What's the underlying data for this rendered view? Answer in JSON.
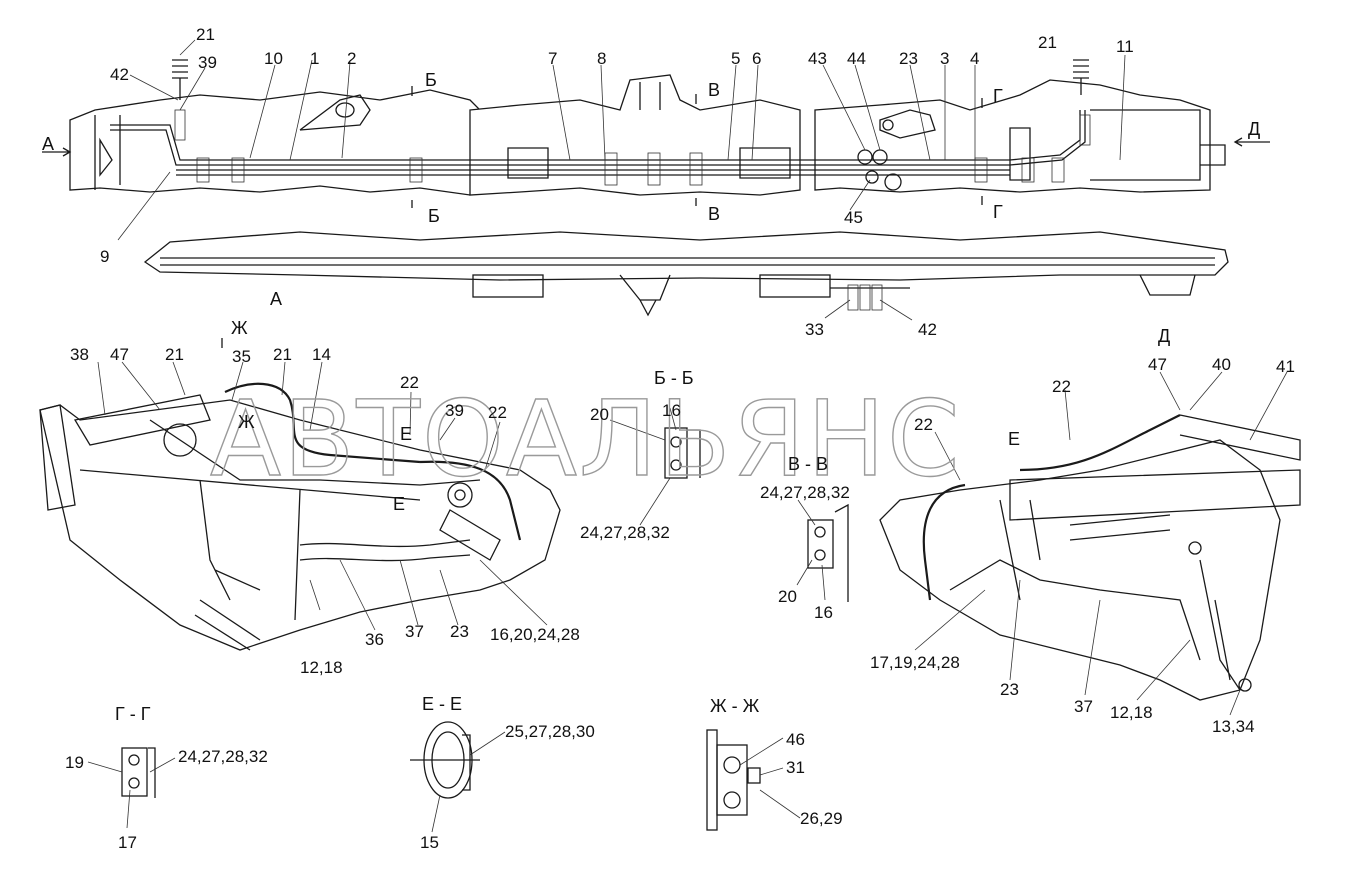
{
  "watermark": "АВТОАЛЬЯНС",
  "labels": {
    "top": [
      {
        "id": "t21a",
        "text": "21"
      },
      {
        "id": "t42a",
        "text": "42"
      },
      {
        "id": "t39a",
        "text": "39"
      },
      {
        "id": "t10",
        "text": "10"
      },
      {
        "id": "t1",
        "text": "1"
      },
      {
        "id": "t2",
        "text": "2"
      },
      {
        "id": "t7",
        "text": "7"
      },
      {
        "id": "t8",
        "text": "8"
      },
      {
        "id": "t5",
        "text": "5"
      },
      {
        "id": "t6",
        "text": "6"
      },
      {
        "id": "t43",
        "text": "43"
      },
      {
        "id": "t44",
        "text": "44"
      },
      {
        "id": "t23a",
        "text": "23"
      },
      {
        "id": "t3",
        "text": "3"
      },
      {
        "id": "t4",
        "text": "4"
      },
      {
        "id": "t21b",
        "text": "21"
      },
      {
        "id": "t11",
        "text": "11"
      },
      {
        "id": "t9",
        "text": "9"
      },
      {
        "id": "t45",
        "text": "45"
      },
      {
        "id": "t33",
        "text": "33"
      },
      {
        "id": "t42b",
        "text": "42"
      }
    ],
    "left_view": [
      {
        "id": "l38",
        "text": "38"
      },
      {
        "id": "l47",
        "text": "47"
      },
      {
        "id": "l21a",
        "text": "21"
      },
      {
        "id": "l35",
        "text": "35"
      },
      {
        "id": "l21b",
        "text": "21"
      },
      {
        "id": "l14",
        "text": "14"
      },
      {
        "id": "l22a",
        "text": "22"
      },
      {
        "id": "l39",
        "text": "39"
      },
      {
        "id": "l22b",
        "text": "22"
      },
      {
        "id": "l36",
        "text": "36"
      },
      {
        "id": "l37",
        "text": "37"
      },
      {
        "id": "l23",
        "text": "23"
      },
      {
        "id": "l1618",
        "text": "12,18"
      },
      {
        "id": "l16202428",
        "text": "16,20,24,28"
      }
    ],
    "right_view": [
      {
        "id": "r47",
        "text": "47"
      },
      {
        "id": "r40",
        "text": "40"
      },
      {
        "id": "r41",
        "text": "41"
      },
      {
        "id": "r22a",
        "text": "22"
      },
      {
        "id": "r22b",
        "text": "22"
      },
      {
        "id": "r17",
        "text": "17,19,24,28"
      },
      {
        "id": "r23",
        "text": "23"
      },
      {
        "id": "r37",
        "text": "37"
      },
      {
        "id": "r1218",
        "text": "12,18"
      },
      {
        "id": "r1334",
        "text": "13,34"
      }
    ],
    "sections": [
      {
        "id": "bb20",
        "text": "20"
      },
      {
        "id": "bb16",
        "text": "16"
      },
      {
        "id": "bb24",
        "text": "24,27,28,32"
      },
      {
        "id": "vv24",
        "text": "24,27,28,32"
      },
      {
        "id": "vv20",
        "text": "20"
      },
      {
        "id": "vv16",
        "text": "16"
      },
      {
        "id": "gg19",
        "text": "19"
      },
      {
        "id": "gg24",
        "text": "24,27,28,32"
      },
      {
        "id": "gg17",
        "text": "17"
      },
      {
        "id": "ee25",
        "text": "25,27,28,30"
      },
      {
        "id": "ee15",
        "text": "15"
      },
      {
        "id": "zh46",
        "text": "46"
      },
      {
        "id": "zh31",
        "text": "31"
      },
      {
        "id": "zh26",
        "text": "26,29"
      }
    ]
  },
  "view_marks": {
    "A_left": "А",
    "A_view": "А",
    "D_right": "Д",
    "D_view": "Д",
    "B_top": "Б",
    "B_bot": "Б",
    "V_top": "В",
    "V_bot": "В",
    "G_top": "Г",
    "G_bot": "Г",
    "E_l1": "Е",
    "E_l2": "Е",
    "E_r": "Е",
    "Zh_mark": "Ж",
    "Zh_small": "Ж"
  },
  "section_titles": {
    "BB": "Б - Б",
    "VV": "В - В",
    "GG": "Г - Г",
    "EE": "Е - Е",
    "ZhZh": "Ж - Ж"
  }
}
